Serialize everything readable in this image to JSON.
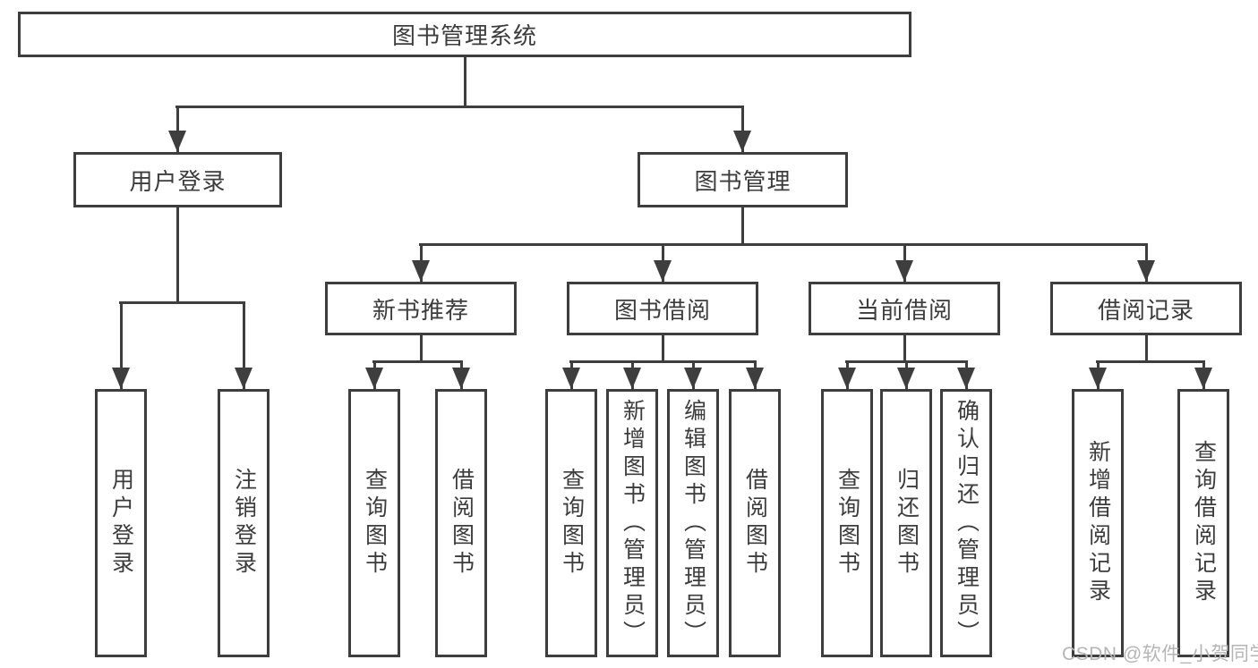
{
  "diagram": {
    "root": {
      "label": "图书管理系统"
    },
    "level2": [
      {
        "label": "用户登录"
      },
      {
        "label": "图书管理"
      }
    ],
    "level3": [
      {
        "label": "新书推荐"
      },
      {
        "label": "图书借阅"
      },
      {
        "label": "当前借阅"
      },
      {
        "label": "借阅记录"
      }
    ],
    "leaves": {
      "user": [
        "用户登录",
        "注销登录"
      ],
      "recommend": [
        "查询图书",
        "借阅图书"
      ],
      "borrow": [
        "查询图书",
        "新增图书（管理员）",
        "编辑图书（管理员）",
        "借阅图书"
      ],
      "current": [
        "查询图书",
        "归还图书",
        "确认归还（管理员）"
      ],
      "records": [
        "新增借阅记录",
        "查询借阅记录"
      ]
    }
  },
  "watermark": {
    "text": "CSDN @软件_小贺同学"
  },
  "colors": {
    "line": "#3e3e3e",
    "text": "#3c3c3c",
    "watermark": "#b5b5b5",
    "background": "#ffffff"
  }
}
